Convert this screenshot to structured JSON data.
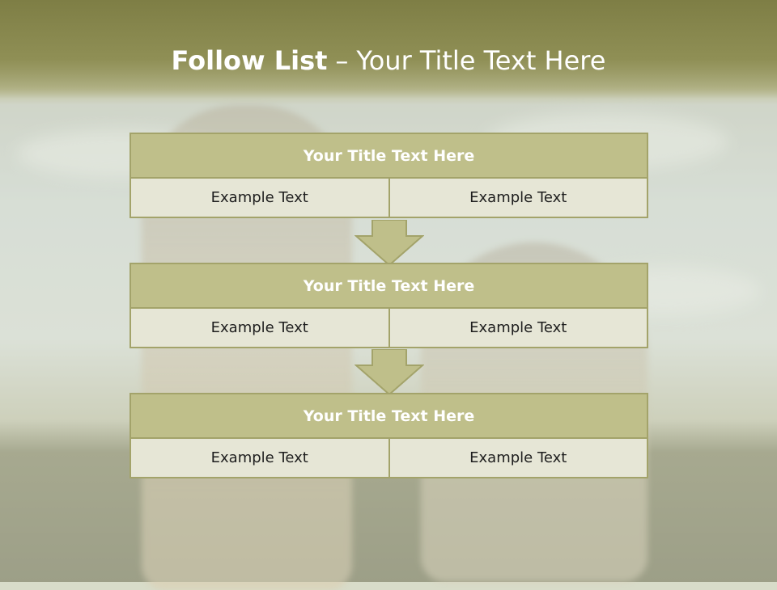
{
  "title": {
    "main": "Follow List",
    "separator": "–",
    "sub": "Your Title Text Here"
  },
  "blocks": [
    {
      "title": "Your Title Text Here",
      "left": "Example Text",
      "right": "Example Text"
    },
    {
      "title": "Your Title Text Here",
      "left": "Example Text",
      "right": "Example Text"
    },
    {
      "title": "Your Title Text Here",
      "left": "Example Text",
      "right": "Example Text"
    }
  ],
  "colors": {
    "accent": "#bfbf8a",
    "border": "#a3a36a",
    "cell": "#e6e6d6",
    "header": "#8f8f55"
  },
  "icons": {
    "arrow": "down-arrow-icon"
  }
}
